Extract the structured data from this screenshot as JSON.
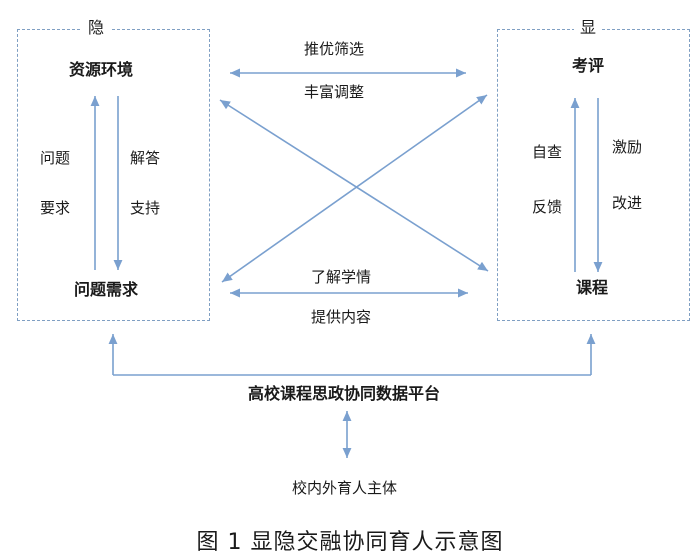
{
  "left_panel": {
    "title": "隐",
    "top_node": "资源环境",
    "bottom_node": "问题需求",
    "left_labels": [
      "问题",
      "要求"
    ],
    "right_labels": [
      "解答",
      "支持"
    ]
  },
  "right_panel": {
    "title": "显",
    "top_node": "考评",
    "bottom_node": "课程",
    "left_labels": [
      "自查",
      "反馈"
    ],
    "right_labels": [
      "激励",
      "改进"
    ]
  },
  "middle": {
    "top_arrow_labels": [
      "推优筛选",
      "丰富调整"
    ],
    "bottom_arrow_labels": [
      "了解学情",
      "提供内容"
    ]
  },
  "platform": "高校课程思政协同数据平台",
  "subjects": "校内外育人主体",
  "caption": "图 1  显隐交融协同育人示意图",
  "colors": {
    "arrow": "#7aa0cf",
    "box_border": "#7f9fc3"
  }
}
